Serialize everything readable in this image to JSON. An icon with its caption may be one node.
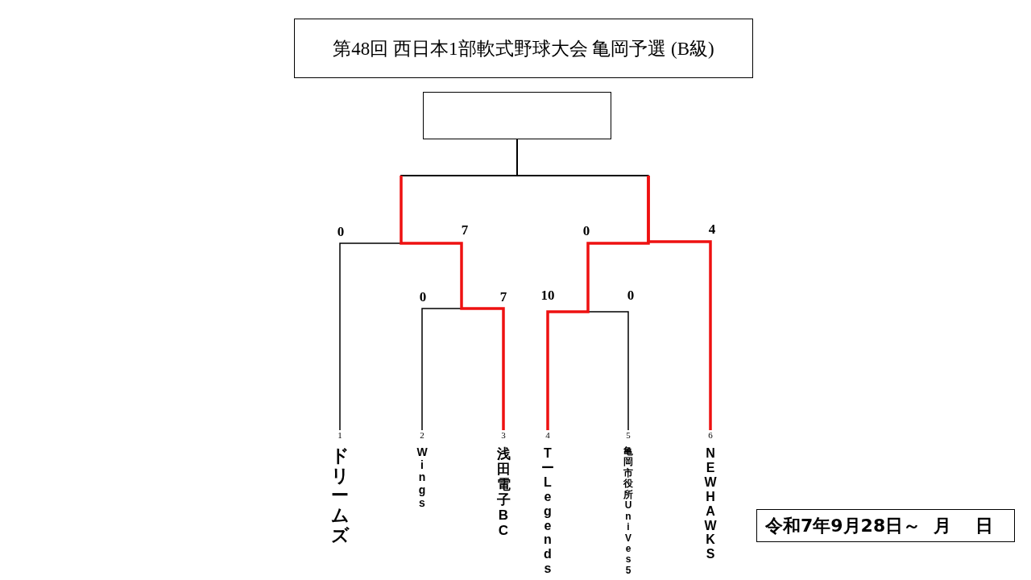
{
  "diagram": {
    "title": "第48回 西日本1部軟式野球大会 亀岡予選 (B級)",
    "nodes": [
      {
        "text": [],
        "shape": "box"
      },
      {
        "text": [
          "ドリームズ"
        ],
        "beside": [
          "1"
        ]
      },
      {
        "text": [
          "Wings"
        ],
        "beside": [
          "2"
        ]
      },
      {
        "text": [
          "浅田電子BC"
        ],
        "beside": [
          "3"
        ]
      },
      {
        "text": [
          "TーLegends"
        ],
        "beside": [
          "4"
        ]
      },
      {
        "text": [
          "亀岡市役所UniVes5"
        ],
        "beside": [
          "5"
        ]
      },
      {
        "text": [
          "NEWHAWKS"
        ],
        "beside": [
          "6"
        ]
      },
      {
        "text": [
          "令和7年9月28日～ 月 日"
        ]
      }
    ],
    "edges": [
      {
        "from": 1,
        "to": 0,
        "arrow": "none"
      },
      {
        "from": 2,
        "to": 0,
        "arrow": "none"
      },
      {
        "from": 3,
        "to": 0,
        "arrow": "none",
        "style": "thick",
        "color": "#ee1111"
      },
      {
        "from": 4,
        "to": 0,
        "arrow": "none",
        "style": "thick",
        "color": "#ee1111"
      },
      {
        "from": 5,
        "to": 0,
        "arrow": "none"
      },
      {
        "from": 6,
        "to": 0,
        "arrow": "none",
        "style": "thick",
        "color": "#ee1111"
      }
    ],
    "labels": [
      "0",
      "7",
      "0",
      "4",
      "0",
      "7",
      "10",
      "0"
    ]
  }
}
